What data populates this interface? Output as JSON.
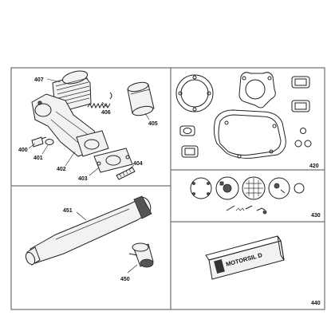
{
  "panels": [
    {
      "id": "engine-intake",
      "labels": [
        {
          "text": "407",
          "part": "intake-hose"
        },
        {
          "text": "406",
          "part": "spring"
        },
        {
          "text": "405",
          "part": "rubber-sleeve"
        },
        {
          "text": "400",
          "part": "bolt"
        },
        {
          "text": "401",
          "part": "washer"
        },
        {
          "text": "402",
          "part": "intake-manifold"
        },
        {
          "text": "403",
          "part": "flange-gasket"
        },
        {
          "text": "404",
          "part": "stud"
        }
      ]
    },
    {
      "id": "gasket-set",
      "labels": [
        {
          "text": "420",
          "part": "gasket-set"
        }
      ]
    },
    {
      "id": "carburetor-kit",
      "labels": [
        {
          "text": "430",
          "part": "carburetor-repair-kit"
        }
      ]
    },
    {
      "id": "exhaust",
      "labels": [
        {
          "text": "451",
          "part": "muffler"
        },
        {
          "text": "450",
          "part": "exhaust-coupling"
        }
      ]
    },
    {
      "id": "sealant",
      "labels": [
        {
          "text": "440",
          "part": "sealant-pack"
        }
      ],
      "pack_text": "MOTORSIL D"
    }
  ]
}
